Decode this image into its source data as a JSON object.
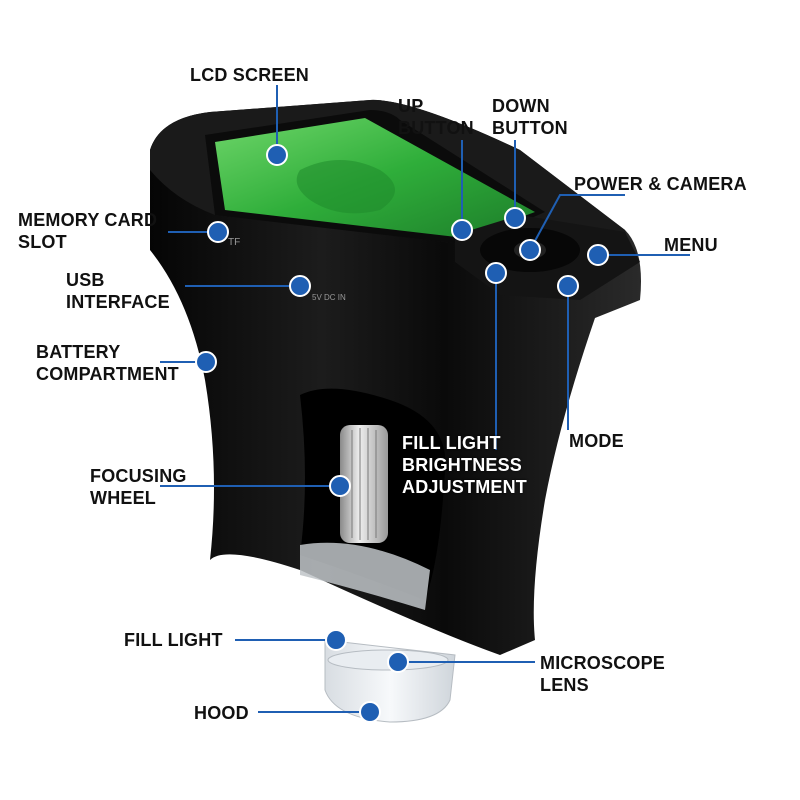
{
  "callouts": {
    "lcd_screen": "LCD SCREEN",
    "up_button": "UP\nBUTTON",
    "down_button": "DOWN\nBUTTON",
    "power_camera": "POWER & CAMERA",
    "menu": "MENU",
    "memory_card_slot": "MEMORY CARD\nSLOT",
    "usb_interface": "USB\nINTERFACE",
    "battery_compartment": "BATTERY\nCOMPARTMENT",
    "fill_light_brightness": "FILL LIGHT\nBRIGHTNESS\nADJUSTMENT",
    "mode": "MODE",
    "focusing_wheel": "FOCUSING\nWHEEL",
    "fill_light": "FILL LIGHT",
    "microscope_lens": "MICROSCOPE\nLENS",
    "hood": "HOOD"
  },
  "device_markings": {
    "card_label": "TF",
    "port_label": "5V DC IN"
  },
  "colors": {
    "callout_line": "#1f5fb3",
    "callout_dot": "#1f5fb3",
    "device_body": "#0d0d0d",
    "screen": "#2fae3a",
    "label_text": "#111111"
  }
}
